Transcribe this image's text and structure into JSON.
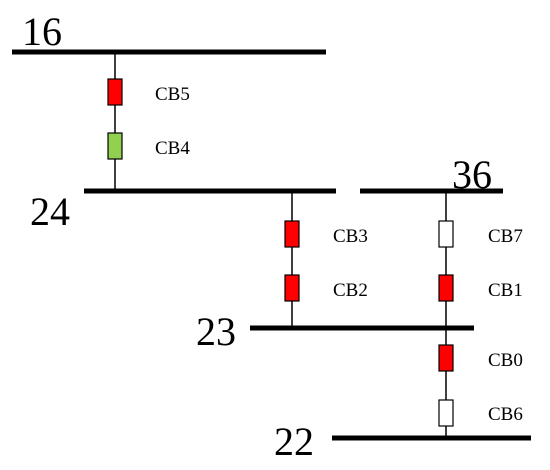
{
  "colors": {
    "closed": "#ff0000",
    "standby": "#92d050",
    "open": "#ffffff",
    "line": "#000000"
  },
  "buses": [
    {
      "id": "bus-16",
      "label": "16"
    },
    {
      "id": "bus-24",
      "label": "24"
    },
    {
      "id": "bus-36",
      "label": "36"
    },
    {
      "id": "bus-23",
      "label": "23"
    },
    {
      "id": "bus-22",
      "label": "22"
    }
  ],
  "breakers": [
    {
      "id": "cb5",
      "label": "CB5",
      "state": "closed"
    },
    {
      "id": "cb4",
      "label": "CB4",
      "state": "standby"
    },
    {
      "id": "cb3",
      "label": "CB3",
      "state": "closed"
    },
    {
      "id": "cb2",
      "label": "CB2",
      "state": "closed"
    },
    {
      "id": "cb7",
      "label": "CB7",
      "state": "open"
    },
    {
      "id": "cb1",
      "label": "CB1",
      "state": "closed"
    },
    {
      "id": "cb0",
      "label": "CB0",
      "state": "closed"
    },
    {
      "id": "cb6",
      "label": "CB6",
      "state": "open"
    }
  ]
}
